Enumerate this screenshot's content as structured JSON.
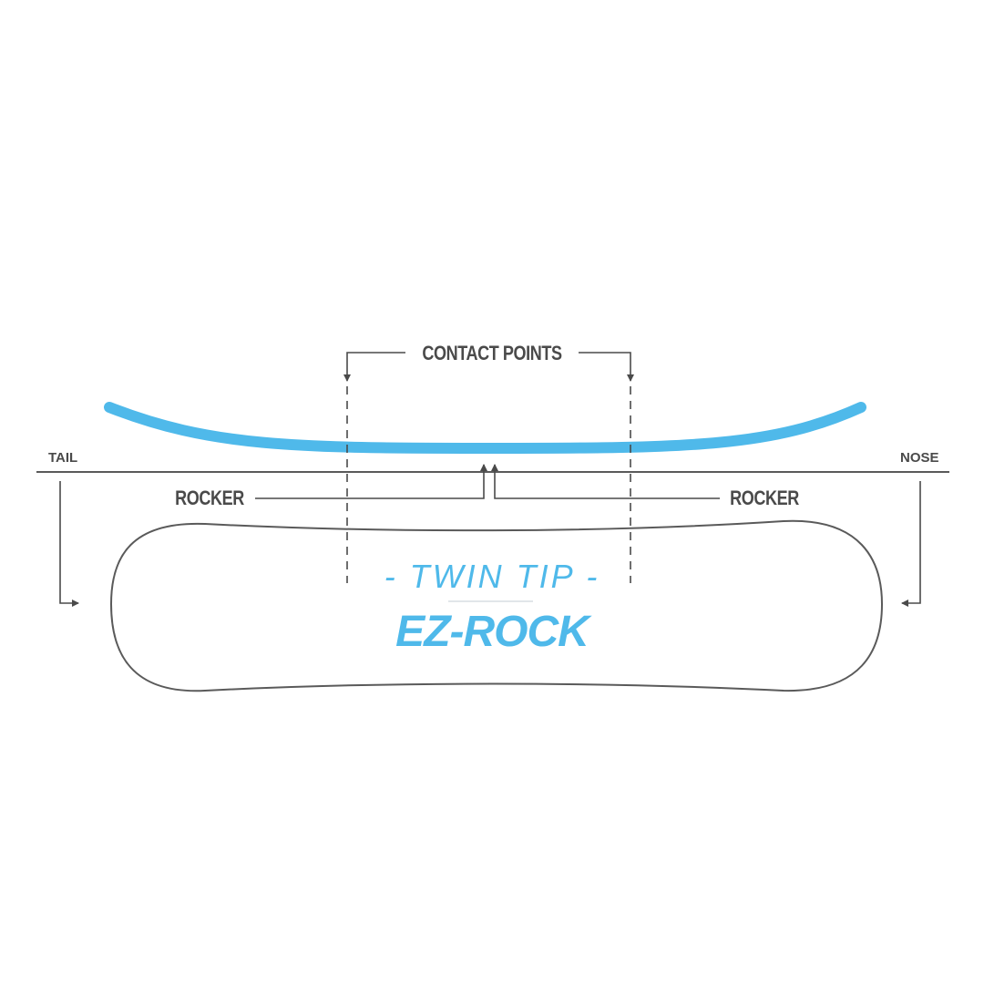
{
  "labels": {
    "contact_points": "CONTACT POINTS",
    "tail": "TAIL",
    "nose": "NOSE",
    "rocker_left": "ROCKER",
    "rocker_right": "ROCKER",
    "profile": "- TWIN TIP -",
    "model": "EZ-ROCK"
  },
  "colors": {
    "accent": "#4fb9ea",
    "line": "#4a4a4a",
    "background": "#ffffff"
  }
}
